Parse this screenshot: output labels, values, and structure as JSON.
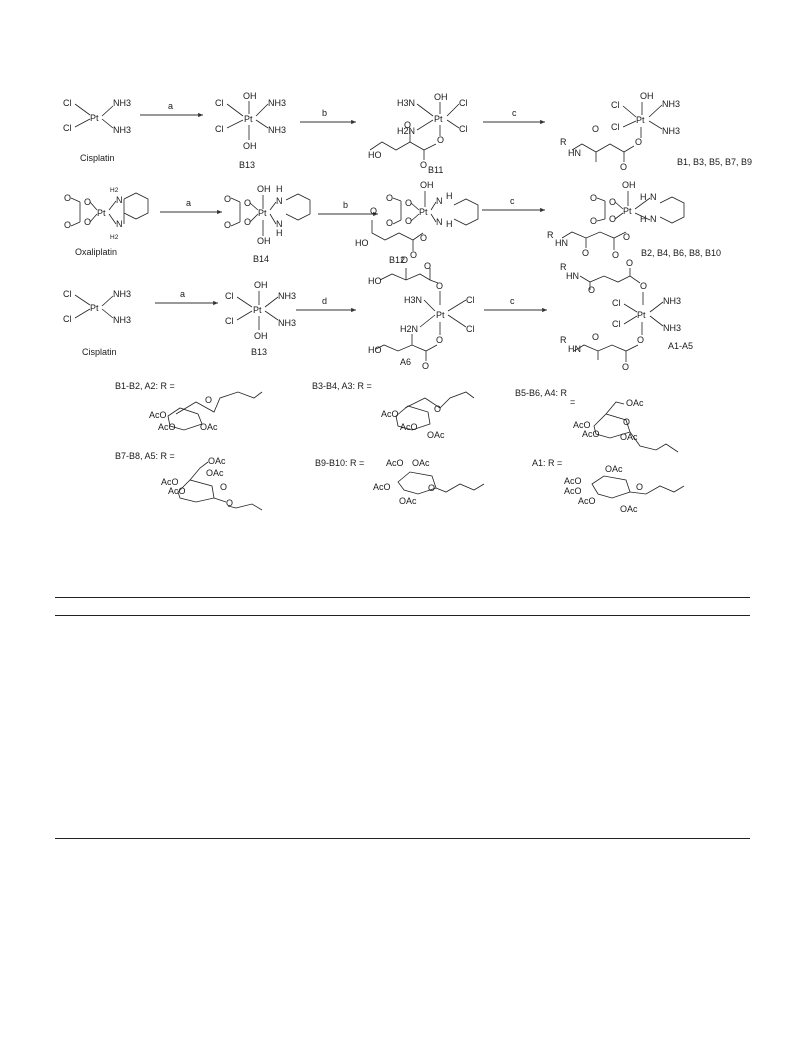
{
  "labels": {
    "cisplatin": "Cisplatin",
    "oxaliplatin": "Oxaliplatin",
    "b13": "B13",
    "b14": "B14",
    "b11": "B11",
    "b12": "B12",
    "a6": "A6",
    "prod1": "B1, B3, B5, B7, B9",
    "prod2": "B2, B4, B6, B8, B10",
    "prod3": "A1-A5"
  },
  "reagents": {
    "a": "a",
    "b": "b",
    "c": "c",
    "d": "d"
  },
  "atoms": {
    "pt": "Pt",
    "cl": "Cl",
    "oh": "OH",
    "nh3": "NH3",
    "h3n": "H3N",
    "h2n": "H2N",
    "n": "N",
    "h": "H",
    "h2": "H2",
    "o": "O",
    "ho": "HO",
    "r": "R",
    "hn": "HN",
    "oac": "OAc",
    "aco": "AcO"
  },
  "r_groups": {
    "g1": "B1-B2, A2: R =",
    "g2": "B3-B4, A3: R =",
    "g3": "B5-B6, A4: R",
    "g3b": "=",
    "g4": "B7-B8, A5: R =",
    "g5": "B9-B10: R =",
    "g6": "A1: R ="
  }
}
